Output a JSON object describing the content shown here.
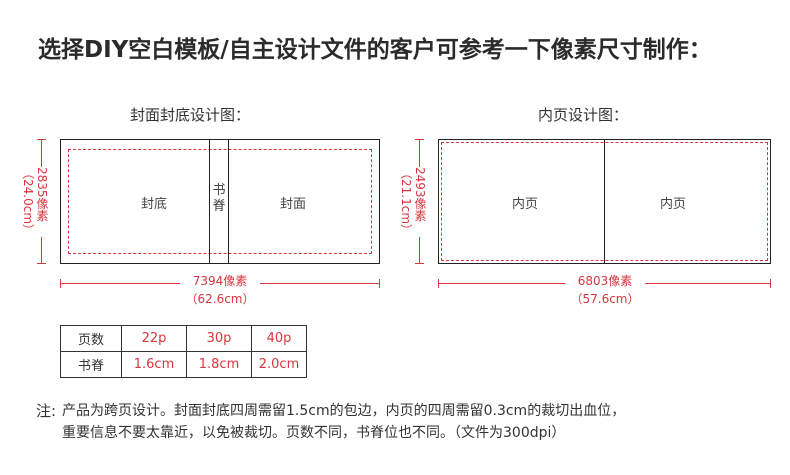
{
  "title": "选择DIY空白模板/自主设计文件的客户可参考一下像素尺寸制作：",
  "cover": {
    "heading": "封面封底设计图：",
    "back_label": "封底",
    "spine_label": "书脊",
    "front_label": "封面",
    "width_px": "7394像素",
    "width_cm": "（62.6cm）",
    "height_px": "2835像素",
    "height_cm": "（24.0cm）"
  },
  "inner": {
    "heading": "内页设计图：",
    "left_label": "内页",
    "right_label": "内页",
    "width_px": "6803像素",
    "width_cm": "（57.6cm）",
    "height_px": "2493像素",
    "height_cm": "（21.1cm）"
  },
  "spec_table": {
    "row_pages_header": "页数",
    "row_spine_header": "书脊",
    "pages": [
      "22p",
      "30p",
      "40p"
    ],
    "spine": [
      "1.6cm",
      "1.8cm",
      "2.0cm"
    ]
  },
  "note": {
    "prefix": "注:",
    "line1": "产品为跨页设计。封面封底四周需留1.5cm的包边，内页的四周需留0.3cm的裁切出血位，",
    "line2": "重要信息不要太靠近，以免被裁切。页数不同，书脊位也不同。（文件为300dpi）"
  },
  "colors": {
    "accent": "#d9363e",
    "line": "#222222",
    "text": "#333333"
  }
}
